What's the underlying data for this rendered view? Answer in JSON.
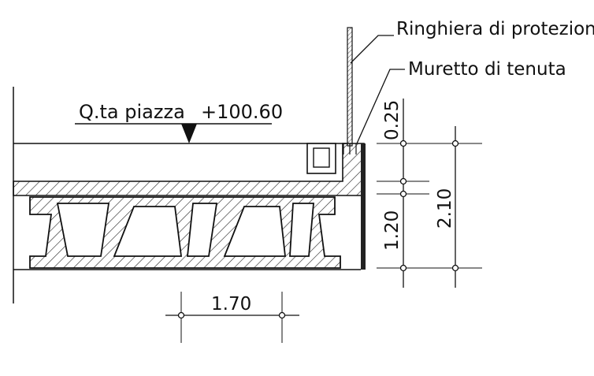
{
  "labels": {
    "railing": "Ringhiera di protezion",
    "retaining_wall": "Muretto di tenuta",
    "square_level": "Q.ta piazza",
    "square_elevation": "+100.60"
  },
  "dimensions": {
    "top_thickness": "0.25",
    "slab_depth": "1.20",
    "total_height": "2.10",
    "module_width": "1.70"
  }
}
